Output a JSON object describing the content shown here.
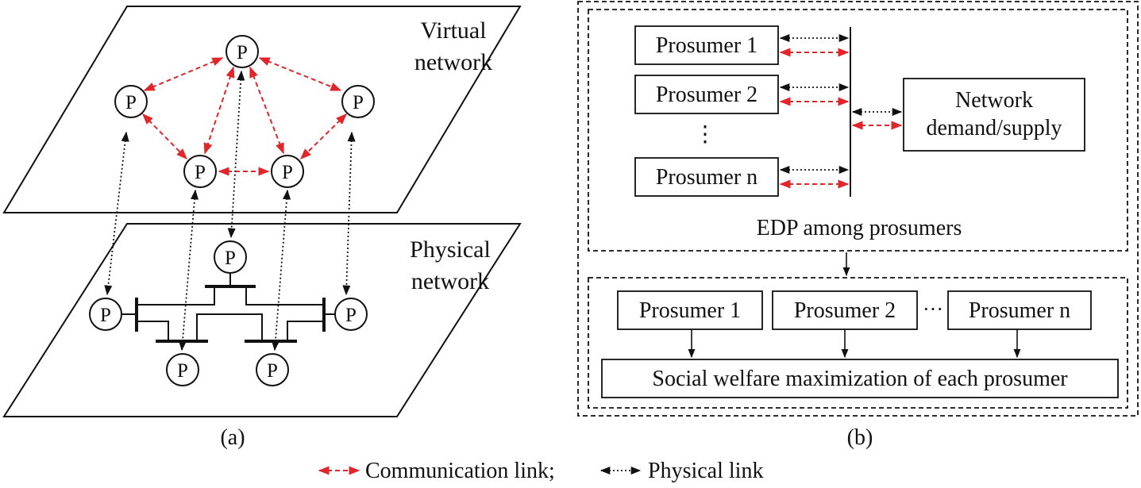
{
  "panel_a": {
    "virtual_label_line1": "Virtual",
    "virtual_label_line2": "network",
    "physical_label_line1": "Physical",
    "physical_label_line2": "network",
    "node_letter": "P",
    "caption": "(a)"
  },
  "panel_b": {
    "top_prosumers": [
      "Prosumer 1",
      "Prosumer 2",
      "⋮",
      "Prosumer n"
    ],
    "network_line1": "Network",
    "network_line2": "demand/supply",
    "edp_label": "EDP among prosumers",
    "bottom_prosumers": [
      "Prosumer 1",
      "Prosumer 2",
      "···",
      "Prosumer n"
    ],
    "welfare_label": "Social welfare maximization of each prosumer",
    "caption": "(b)"
  },
  "legend": {
    "communication": "Communication link;",
    "physical": "Physical link"
  },
  "colors": {
    "communication_link": "#e0262b",
    "physical_link": "#111111"
  }
}
